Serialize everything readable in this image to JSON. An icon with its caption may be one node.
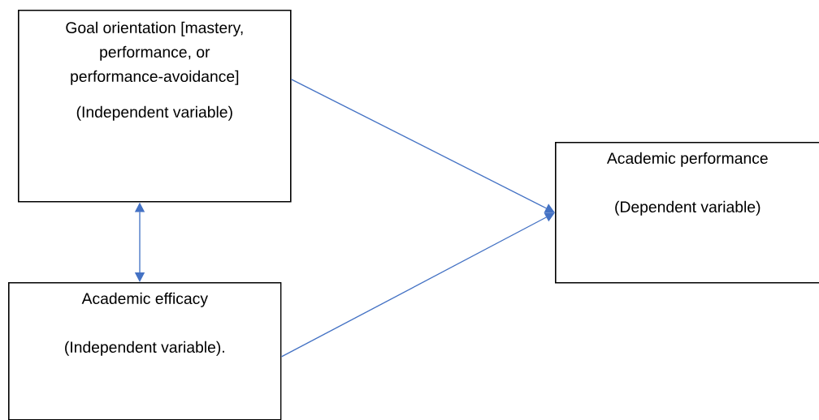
{
  "diagram": {
    "nodes": [
      {
        "text": [
          "Goal orientation [mastery, performance, or performance-avoidance]",
          "(Independent variable)"
        ]
      },
      {
        "text": [
          "Academic performance",
          "(Dependent variable)"
        ]
      },
      {
        "text": [
          "Academic efficacy",
          "(Independent variable)."
        ]
      }
    ],
    "edges": [
      {
        "from": 0,
        "to": 1,
        "arrow": "to"
      },
      {
        "from": 2,
        "to": 1,
        "arrow": "to"
      },
      {
        "from": 0,
        "to": 2,
        "arrow": "both"
      }
    ]
  }
}
